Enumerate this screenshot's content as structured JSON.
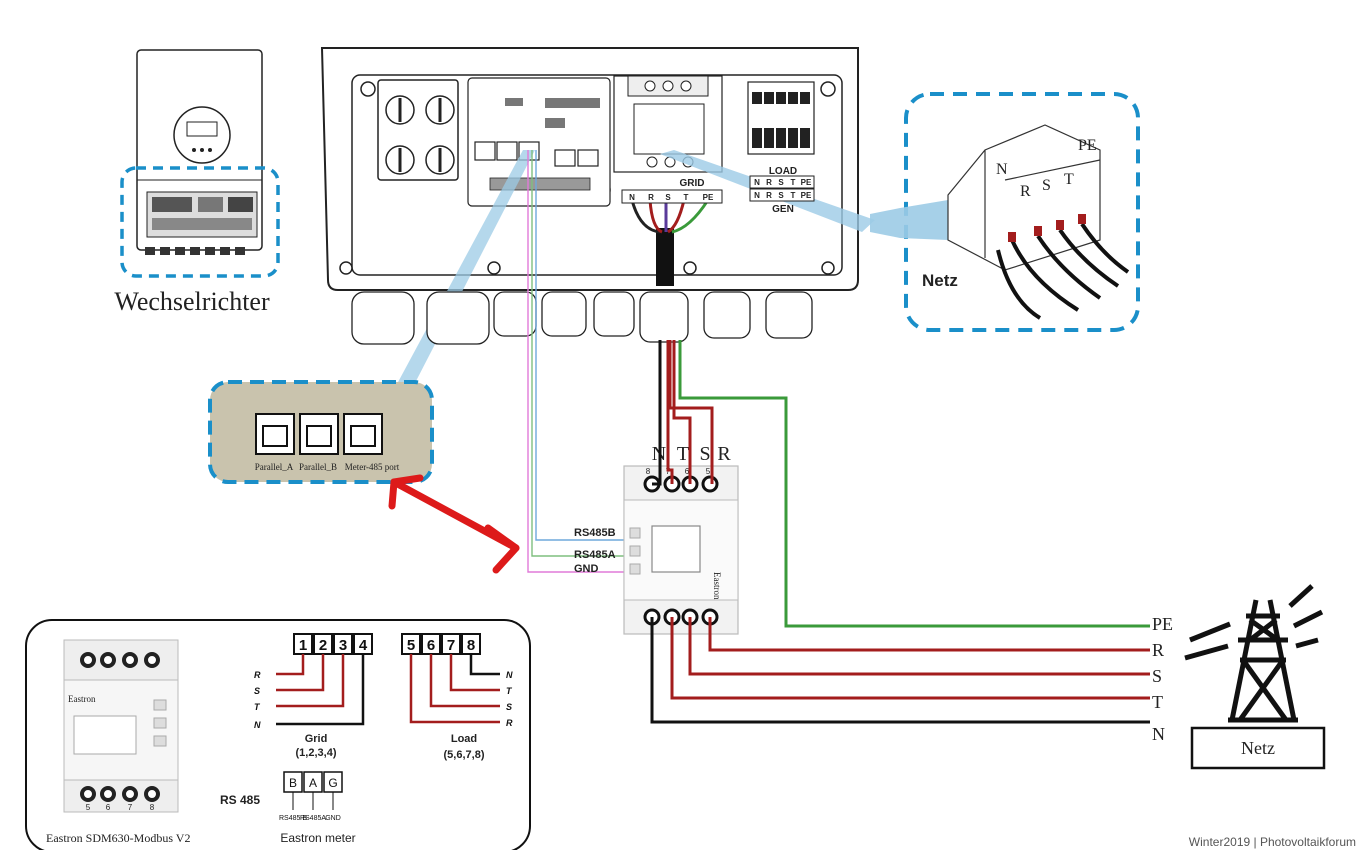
{
  "labels": {
    "inverter": "Wechselrichter",
    "netz_top": "Netz",
    "netz_bottom": "Netz",
    "grid": "GRID",
    "load": "LOAD",
    "gen": "GEN",
    "parallel_a": "Parallel_A",
    "parallel_b": "Parallel_B",
    "meter_port": "Meter-485 port",
    "rs485b": "RS485B",
    "rs485a": "RS485A",
    "gnd": "GND",
    "eastron_vertical": "Eastron",
    "rs485_title": "RS 485",
    "eastron_meter": "Eastron meter",
    "eastron_model": "Eastron SDM630-Modbus V2",
    "eastron_small": "Eastron",
    "grid_caption": "Grid",
    "grid_terms": "(1,2,3,4)",
    "load_caption": "Load",
    "load_terms": "(5,6,7,8)",
    "watermark": "Winter2019 | Photovoltaikforum"
  },
  "terminal_block_labels": [
    "N",
    "R",
    "S",
    "T",
    "PE"
  ],
  "meter_top_phases": [
    "N",
    "T",
    "S",
    "R"
  ],
  "meter_top_numbers": [
    "8",
    "7",
    "6",
    "5"
  ],
  "grid_lines": [
    "PE",
    "R",
    "S",
    "T",
    "N"
  ],
  "breaker_labels": {
    "n": "N",
    "r": "R",
    "s": "S",
    "t": "T",
    "pe": "PE"
  },
  "cable_colors": [
    "N",
    "R",
    "S",
    "T",
    "PE"
  ],
  "grid_box": {
    "numbers": [
      "1",
      "2",
      "3",
      "4"
    ],
    "rows": [
      "R",
      "S",
      "T",
      "N"
    ]
  },
  "load_box": {
    "numbers": [
      "5",
      "6",
      "7",
      "8"
    ],
    "rows": [
      "N",
      "T",
      "S",
      "R"
    ]
  },
  "rs485_box": {
    "letters": [
      "B",
      "A",
      "G"
    ],
    "pins": [
      "RS485 B",
      "RS485A",
      "GND"
    ]
  },
  "meter_bottom_numbers": [
    "5",
    "6",
    "7",
    "8"
  ],
  "colors": {
    "dash_blue": "#1a8fc9",
    "wire_red": "#a31d1d",
    "wire_green": "#3a9a3a",
    "wire_black": "#111111",
    "rs485_blue": "#6fa8dc",
    "rs485_green": "#7fbf7f",
    "rs485_pink": "#e07ad8",
    "arrow_red": "#dd1a1a",
    "highlight_blue": "#9ccbe6",
    "port_panel": "#c9c3ad"
  }
}
